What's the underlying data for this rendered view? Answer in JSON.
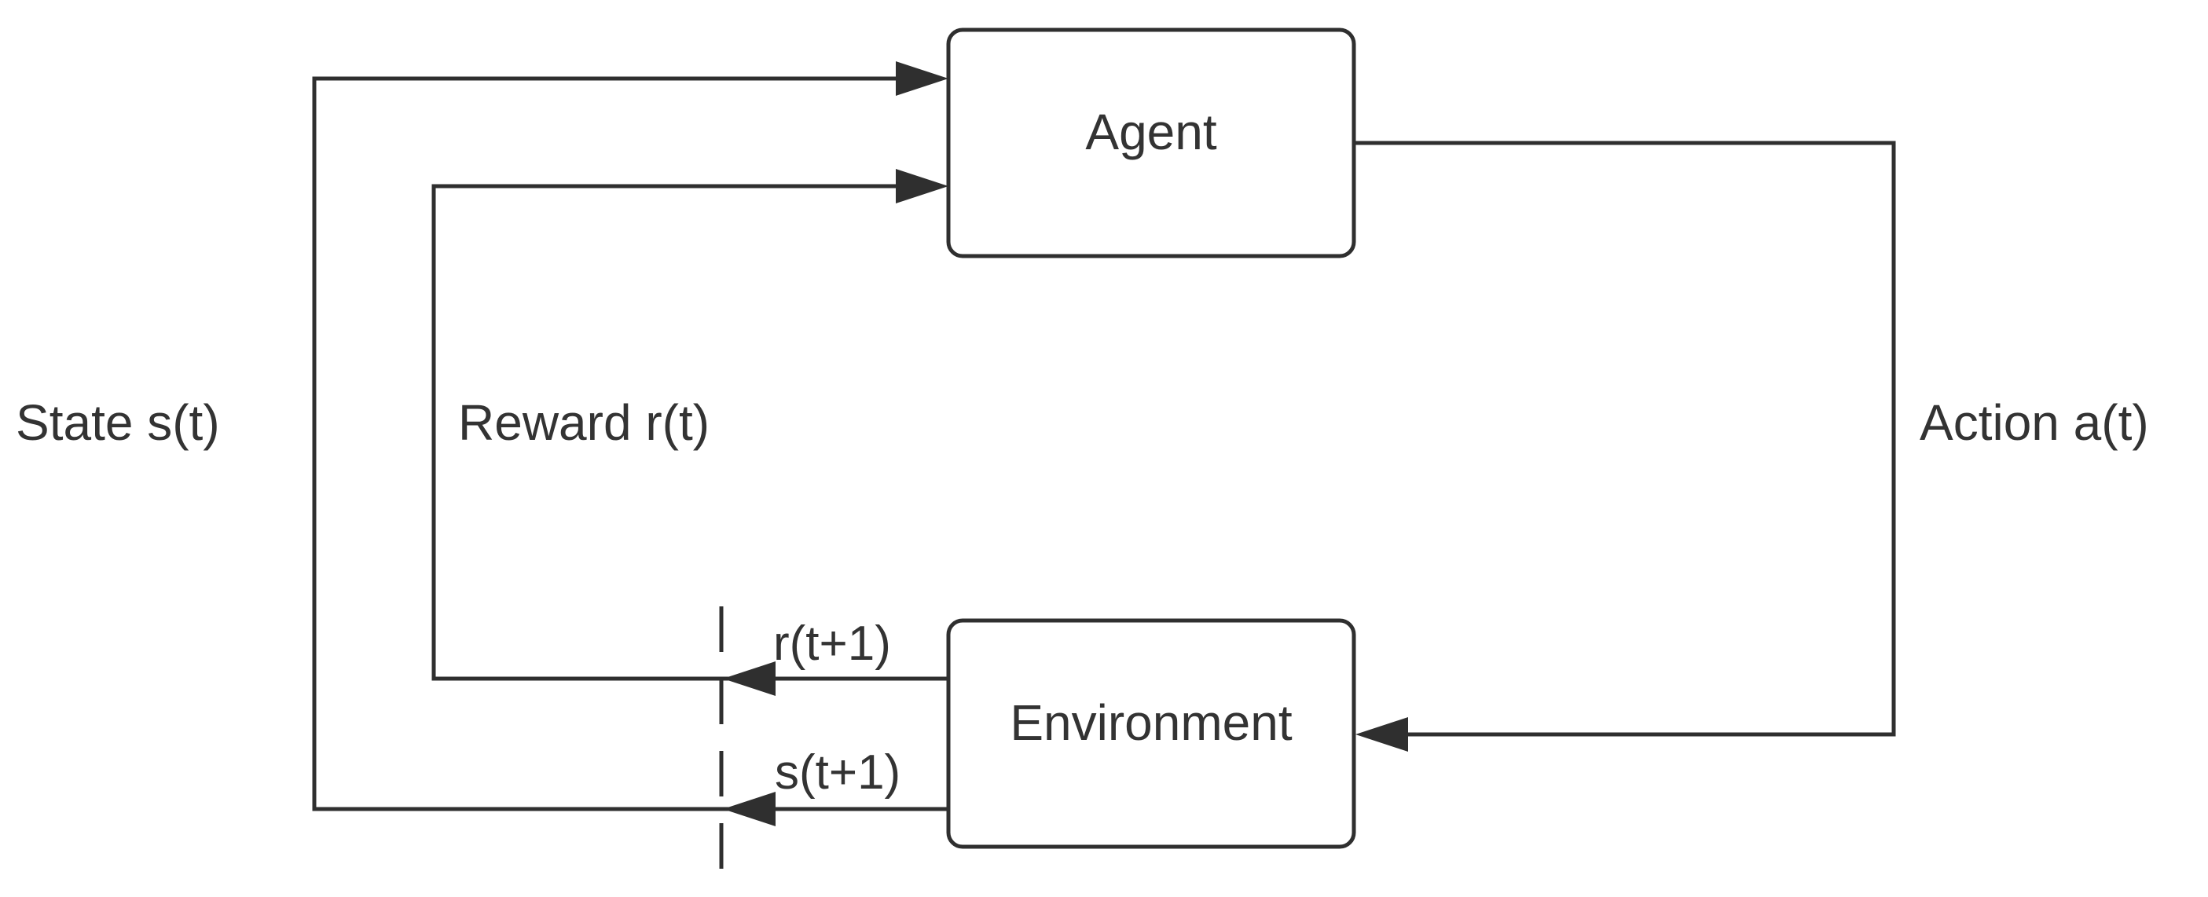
{
  "nodes": {
    "agent": {
      "label": "Agent"
    },
    "environment": {
      "label": "Environment"
    }
  },
  "edges": {
    "state": {
      "label": "State s(t)"
    },
    "reward": {
      "label": "Reward r(t)"
    },
    "action": {
      "label": "Action a(t)"
    },
    "next_reward": {
      "label": "r(t+1)"
    },
    "next_state": {
      "label": "s(t+1)"
    }
  },
  "colors": {
    "stroke": "#2f2f2f",
    "text": "#333333",
    "background": "#ffffff"
  }
}
